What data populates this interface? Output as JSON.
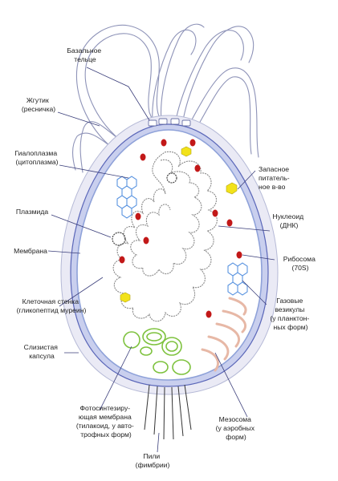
{
  "labels": {
    "basal_body": [
      "Базальное",
      "тельце"
    ],
    "flagellum": [
      "Жгутик",
      "(ресничка)"
    ],
    "hyaloplasm": [
      "Гиалоплазма",
      "(цитоплазма)"
    ],
    "storage": [
      "Запасное",
      "питатель-",
      "ное в-во"
    ],
    "plasmid": [
      "Плазмида"
    ],
    "nucleoid": [
      "Нуклеоид",
      "(ДНК)"
    ],
    "membrane": [
      "Мембрана"
    ],
    "ribosome": [
      "Рибосома",
      "(70S)"
    ],
    "cell_wall": [
      "Клеточная стенка",
      "(гликопептид муреин)"
    ],
    "gas_vesicles": [
      "Газовые",
      "везикулы",
      "(у планктон-",
      "ных форм)"
    ],
    "capsule": [
      "Слизистая",
      "капсула"
    ],
    "photosynthetic": [
      "Фотосинтезиру-",
      "ющая мембрана",
      "(тилакоид, у авто-",
      "трофных форм)"
    ],
    "mesosome": [
      "Мезосома",
      "(у аэробных",
      "форм)"
    ],
    "pili": [
      "Пили",
      "(фимбрии)"
    ]
  },
  "colors": {
    "capsule_fill": "#eaeaf5",
    "cell_wall": "#5a66b8",
    "membrane": "#8fa2d9",
    "cytoplasm": "#ffffff",
    "dna": "#8a8a8a",
    "ribosome": "#c21818",
    "storage": "#f2e21a",
    "gas_vesicle": "#5a94e0",
    "thylakoid": "#7ec23e",
    "mesosome": "#e7b8a6",
    "leader": "#3a3e7a"
  }
}
